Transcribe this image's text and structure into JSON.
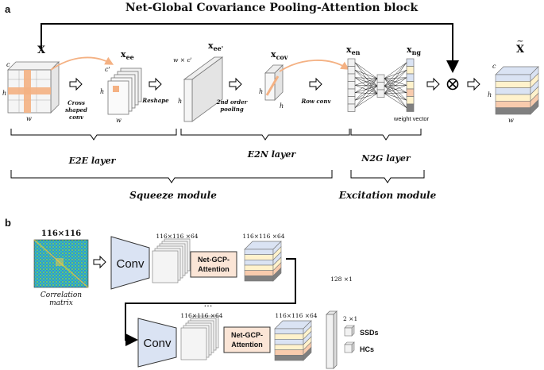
{
  "panel_a": {
    "label": "a",
    "title": "Net-Global Covariance Pooling-Attention block",
    "x_label": "X",
    "c_label": "c",
    "h_label": "h",
    "w_label": "w",
    "cross_label": "Cross shaped conv",
    "xee_main": "x",
    "xee_sub": "ee",
    "c_prime": "c'",
    "reshape_label": "Reshape",
    "xee2_main": "x",
    "xee2_sub": "ee'",
    "w_times_c": "w × c'",
    "second_order_label": "2nd order pooling",
    "xcov_main": "x",
    "xcov_sub": "cov",
    "row_conv_label": "Row conv",
    "xen_main": "x",
    "xen_sub": "en",
    "xng_main": "x",
    "xng_sub": "ng",
    "weight_vector_label": "weight vector",
    "xtilde_label": "X",
    "e2e_layer": "E2E layer",
    "e2n_layer": "E2N layer",
    "n2g_layer": "N2G layer",
    "squeeze_module": "Squeeze module",
    "excitation_module": "Excitation module",
    "colors": {
      "cross_orange": "#f4b183",
      "yellow": "#fff2cc",
      "blue": "#dae3f3",
      "pink": "#f8cbad",
      "gray": "#808080"
    }
  },
  "panel_b": {
    "label": "b",
    "input_size": "116×116",
    "correlation_matrix_label": "Correlation matrix",
    "conv_label": "Conv",
    "feat_size_1": "116×116 ×64",
    "gcp_label_1": "Net-GCP-",
    "gcp_label_2": "Attention",
    "out_size_1": "116×116 ×64",
    "dots": "…",
    "feat_size_2": "116×116 ×64",
    "out_size_2": "116×116 ×64",
    "vec_128": "128 ×1",
    "vec_2": "2 ×1",
    "ssds_label": "SSDs",
    "hcs_label": "HCs",
    "colors": {
      "conv_fill": "#dae3f3",
      "gcp_fill": "#fbe5d6"
    }
  }
}
